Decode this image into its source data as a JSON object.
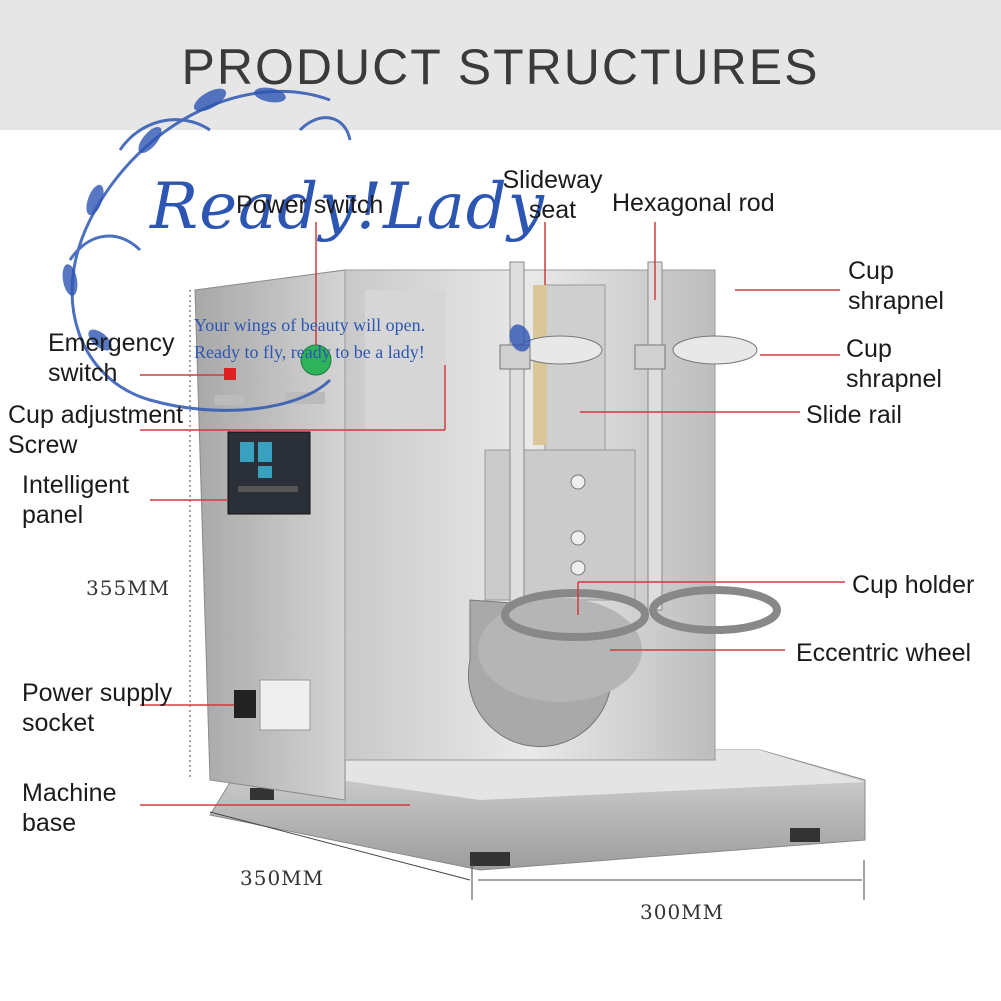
{
  "title": "PRODUCT STRUCTURES",
  "watermark": {
    "brand": "Ready!Lady",
    "slogan_line1": "Your wings of beauty will open.",
    "slogan_line2": "Ready to fly, ready to be a lady!",
    "color": "#2d56b3"
  },
  "labels": {
    "power_switch": "Power switch",
    "slideway_seat": "Slideway seat",
    "hexagonal_rod": "Hexagonal rod",
    "cup_shrapnel_1": "Cup shrapnel",
    "cup_shrapnel_2": "Cup shrapnel",
    "slide_rail": "Slide rail",
    "emergency_switch": "Emergency switch",
    "cup_adjustment_screw": "Cup adjustment Screw",
    "intelligent_panel": "Intelligent panel",
    "cup_holder": "Cup holder",
    "eccentric_wheel": "Eccentric wheel",
    "power_supply_socket": "Power supply socket",
    "machine_base": "Machine base"
  },
  "dimensions": {
    "height": "355MM",
    "depth": "350MM",
    "width": "300MM"
  },
  "colors": {
    "leader_line": "#d23b3b",
    "header_bg": "#e6e6e6",
    "switch_green": "#2fb35a",
    "emergency_red": "#e02020"
  }
}
